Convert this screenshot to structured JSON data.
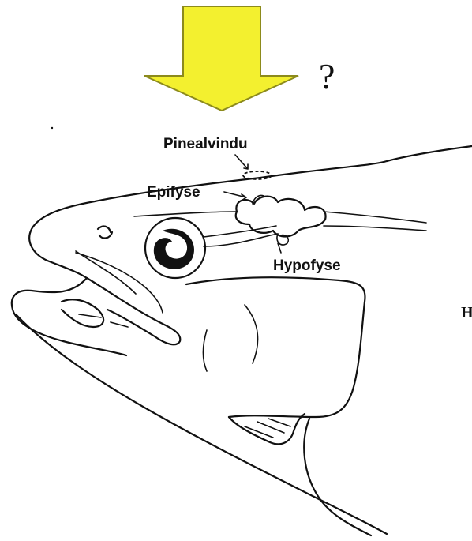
{
  "colors": {
    "arrow_fill": "#f3f02f",
    "arrow_stroke": "#8c8a1c",
    "ink": "#111111",
    "background": "#ffffff"
  },
  "figure": {
    "question_mark": "?",
    "labels": {
      "pinealvindu": "Pinealvindu",
      "epifyse": "Epifyse",
      "hypofyse": "Hypofyse"
    },
    "right_edge_fragment": "H"
  },
  "icons": {
    "arrow": "down-arrow-icon",
    "fish_head": "fish-head-illustration"
  }
}
